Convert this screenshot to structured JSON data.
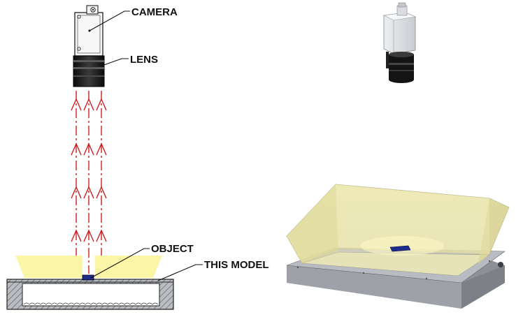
{
  "labels": {
    "camera": "CAMERA",
    "lens": "LENS",
    "object": "OBJECT",
    "this_model": "THIS MODEL"
  },
  "colors": {
    "light_rays": "#cc1f1f",
    "light_fill": "#fbf5a6",
    "housing_gray": "#a9acb2",
    "object_blue": "#1e2d8a",
    "lens_black": "#151515"
  }
}
